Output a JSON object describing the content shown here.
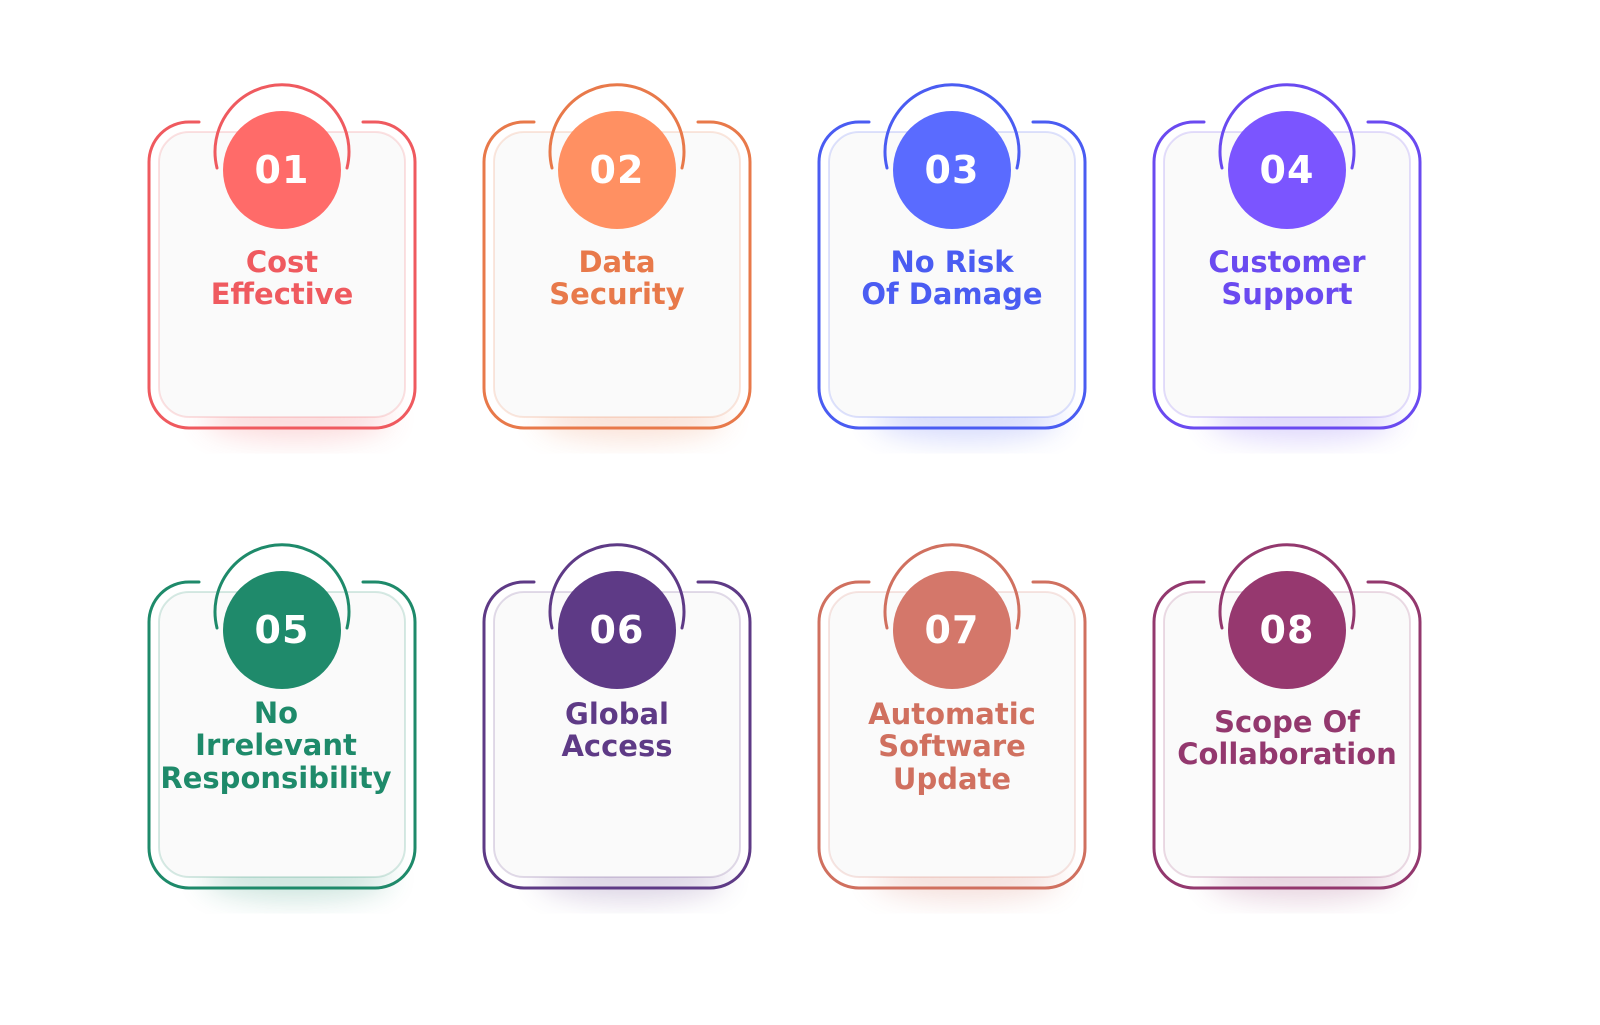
{
  "cards": [
    {
      "number": "01",
      "title": "Cost\nEffective",
      "color": "#ef5a5f",
      "circle_color": "#ff6b69"
    },
    {
      "number": "02",
      "title": "Data\nSecurity",
      "color": "#e8794a",
      "circle_color": "#ff9062"
    },
    {
      "number": "03",
      "title": "No Risk\nOf Damage",
      "color": "#4a5cf2",
      "circle_color": "#5a6bff"
    },
    {
      "number": "04",
      "title": "Customer\nSupport",
      "color": "#6a4af0",
      "circle_color": "#7b55ff"
    },
    {
      "number": "05",
      "title": "No\nIrrelevant\nResponsibility",
      "color": "#1e8a6a",
      "circle_color": "#1f8a6b"
    },
    {
      "number": "06",
      "title": "Global\nAccess",
      "color": "#5e3a86",
      "circle_color": "#5e3a86"
    },
    {
      "number": "07",
      "title": "Automatic\nSoftware\nUpdate",
      "color": "#d0705f",
      "circle_color": "#d4776a"
    },
    {
      "number": "08",
      "title": "Scope Of\nCollaboration",
      "color": "#93386e",
      "circle_color": "#96386f"
    }
  ]
}
